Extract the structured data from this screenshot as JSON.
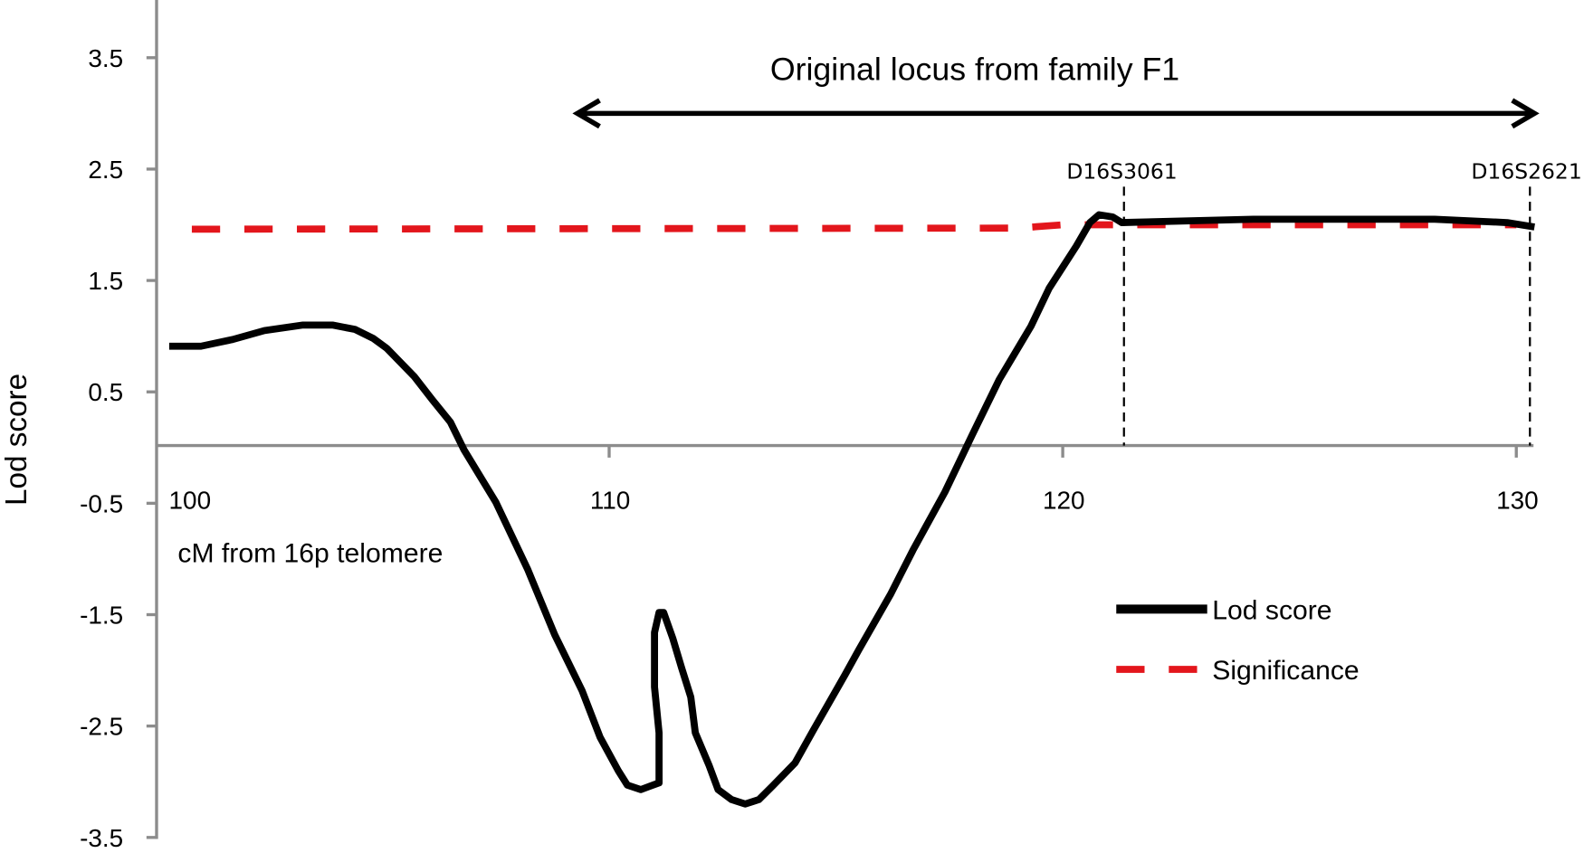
{
  "chart_data": {
    "type": "line",
    "title": "",
    "xlabel": "cM from 16p telomere",
    "ylabel": "Lod score",
    "xlim": [
      100,
      130.4
    ],
    "ylim": [
      -3.5,
      3.9
    ],
    "xticks": [
      100,
      110,
      120,
      130
    ],
    "xtick_labels": [
      "100",
      "110",
      "120",
      "130"
    ],
    "yticks": [
      3.5,
      2.5,
      1.5,
      0.5,
      -0.5,
      -1.5,
      -2.5,
      -3.5
    ],
    "ytick_labels": [
      "3.5",
      "2.5",
      "1.5",
      "0.5",
      "-0.5",
      "-1.5",
      "-2.5",
      "-3.5"
    ],
    "grid": false,
    "legend_position": "lower-right",
    "series": [
      {
        "name": "Lod score",
        "color": "#000000",
        "style": "solid",
        "points": [
          [
            100.3,
            0.91
          ],
          [
            101.0,
            0.91
          ],
          [
            101.7,
            0.97
          ],
          [
            102.4,
            1.05
          ],
          [
            103.25,
            1.1
          ],
          [
            103.9,
            1.1
          ],
          [
            104.4,
            1.06
          ],
          [
            104.8,
            0.98
          ],
          [
            105.1,
            0.89
          ],
          [
            105.7,
            0.64
          ],
          [
            106.1,
            0.43
          ],
          [
            106.5,
            0.23
          ],
          [
            106.8,
            -0.02
          ],
          [
            107.5,
            -0.49
          ],
          [
            108.2,
            -1.09
          ],
          [
            108.8,
            -1.68
          ],
          [
            109.4,
            -2.18
          ],
          [
            109.8,
            -2.6
          ],
          [
            110.2,
            -2.9
          ],
          [
            110.4,
            -3.03
          ],
          [
            110.7,
            -3.07
          ],
          [
            110.9,
            -3.04
          ],
          [
            111.1,
            -3.01
          ],
          [
            111.1,
            -2.56
          ],
          [
            111.0,
            -2.15
          ],
          [
            111.0,
            -1.66
          ],
          [
            111.1,
            -1.48
          ],
          [
            111.2,
            -1.48
          ],
          [
            111.4,
            -1.71
          ],
          [
            111.6,
            -1.98
          ],
          [
            111.8,
            -2.24
          ],
          [
            111.9,
            -2.56
          ],
          [
            112.2,
            -2.85
          ],
          [
            112.4,
            -3.07
          ],
          [
            112.7,
            -3.16
          ],
          [
            113.0,
            -3.2
          ],
          [
            113.3,
            -3.16
          ],
          [
            113.6,
            -3.04
          ],
          [
            114.1,
            -2.83
          ],
          [
            114.5,
            -2.54
          ],
          [
            115.2,
            -2.04
          ],
          [
            115.5,
            -1.82
          ],
          [
            116.2,
            -1.32
          ],
          [
            116.7,
            -0.92
          ],
          [
            117.4,
            -0.4
          ],
          [
            118.0,
            0.11
          ],
          [
            118.6,
            0.61
          ],
          [
            119.3,
            1.09
          ],
          [
            119.7,
            1.43
          ],
          [
            120.3,
            1.81
          ],
          [
            120.6,
            2.02
          ],
          [
            120.8,
            2.09
          ],
          [
            121.1,
            2.07
          ],
          [
            121.3,
            2.02
          ],
          [
            124.2,
            2.05
          ],
          [
            128.2,
            2.05
          ],
          [
            129.8,
            2.02
          ],
          [
            130.4,
            1.98
          ]
        ]
      },
      {
        "name": "Significance",
        "color": "#e3161c",
        "style": "dashed",
        "points": [
          [
            100.8,
            1.96
          ],
          [
            119.0,
            1.97
          ],
          [
            120.0,
            2.0
          ],
          [
            130.0,
            2.0
          ]
        ]
      }
    ],
    "markers": [
      {
        "label": "D16S3061",
        "x": 121.35
      },
      {
        "label": "D16S2621",
        "x": 130.3
      }
    ],
    "annotations": {
      "locus_label": "Original locus from family F1",
      "locus_range": [
        109.3,
        130.4
      ]
    }
  }
}
